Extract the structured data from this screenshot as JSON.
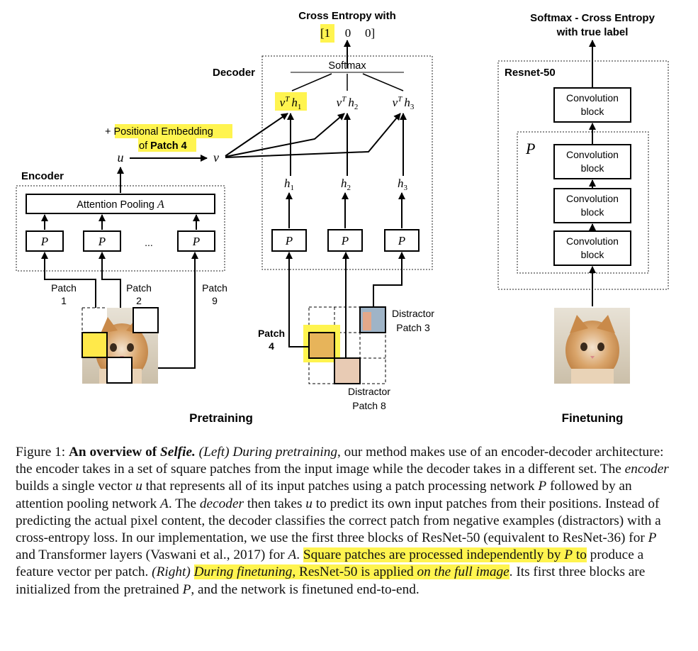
{
  "diagram": {
    "top_label_line1": "Cross Entropy with",
    "target_vector": [
      "[1",
      "0",
      "0]"
    ],
    "decoder_label": "Decoder",
    "softmax_label": "Softmax",
    "logits": [
      {
        "v": "v",
        "sup": "T",
        "h": "h",
        "sub": "1"
      },
      {
        "v": "v",
        "sup": "T",
        "h": "h",
        "sub": "2"
      },
      {
        "v": "v",
        "sup": "T",
        "h": "h",
        "sub": "3"
      }
    ],
    "hidden": [
      {
        "h": "h",
        "sub": "1"
      },
      {
        "h": "h",
        "sub": "2"
      },
      {
        "h": "h",
        "sub": "3"
      }
    ],
    "pos_embed_line1_prefix": "+ ",
    "pos_embed_line1": "Positional Embedding",
    "pos_embed_line2_prefix": "of ",
    "pos_embed_line2_bold": "Patch 4",
    "u_symbol": "u",
    "v_symbol": "v",
    "encoder_label": "Encoder",
    "attention_label": "Attention Pooling",
    "attention_symbol": "A",
    "p_symbol": "P",
    "ellipsis": "...",
    "enc_patch_labels": [
      {
        "l1": "Patch",
        "l2": "1"
      },
      {
        "l1": "Patch",
        "l2": "2"
      },
      {
        "l1": "Patch",
        "l2": "9"
      }
    ],
    "patch4_l1": "Patch",
    "patch4_l2": "4",
    "distractor3_l1": "Distractor",
    "distractor3_l2": "Patch 3",
    "distractor8_l1": "Distractor",
    "distractor8_l2": "Patch 8",
    "pretraining_label": "Pretraining",
    "finetune_top_line1": "Softmax - Cross Entropy",
    "finetune_top_line2": "with true label",
    "resnet_label": "Resnet-50",
    "conv_blocks": [
      {
        "l1": "Convolution",
        "l2": "block"
      },
      {
        "l1": "Convolution",
        "l2": "block"
      },
      {
        "l1": "Convolution",
        "l2": "block"
      },
      {
        "l1": "Convolution",
        "l2": "block"
      }
    ],
    "finetuning_label": "Finetuning"
  },
  "caption": {
    "fig": "Figure 1: ",
    "b1": "An overview of ",
    "b1i": "Selfie.",
    "s1": " ",
    "i1": "(Left) During pretraining",
    "t1": ", our method makes use of an encoder-decoder architecture: the encoder takes in a set of square patches from the input image while the decoder takes in a different set. The ",
    "i2": "encoder",
    "t2": " builds a single vector ",
    "m1": "u",
    "t3": " that represents all of its input patches using a patch processing network ",
    "m2": "P",
    "t4": " followed by an attention pooling network ",
    "m3": "A",
    "t5": ". The ",
    "i3": "decoder",
    "t6": " then takes ",
    "m4": "u",
    "t7": " to predict its own input patches from their positions. Instead of predicting the actual pixel content, the decoder classifies the correct patch from negative examples (distractors) with a cross-entropy loss. In our implementation, we use the first three blocks of ResNet-50 (equivalent to ResNet-36) for ",
    "m5": "P",
    "t8": " and Transformer layers (Vaswani et al., 2017) for ",
    "m6": "A",
    "t9": ". ",
    "h1": "Square patches are processed independently by ",
    "hm": "P",
    "h2": " to",
    "t10": " produce a feature vector per patch. ",
    "i4": "(Right)",
    "s2": " ",
    "hi1": "During finetuning",
    "h3": ", ResNet-50 is applied ",
    "hi2": "on the full image",
    "t11": ". Its first three blocks are initialized from the pretrained ",
    "m7": "P",
    "t12": ", and the network is finetuned end-to-end."
  }
}
